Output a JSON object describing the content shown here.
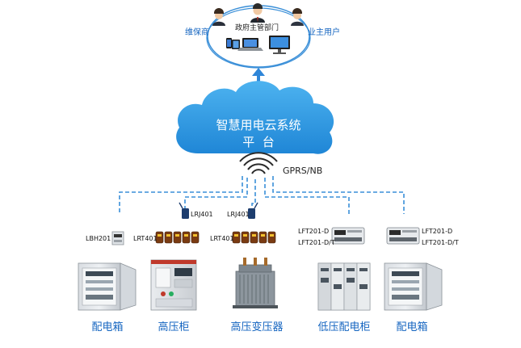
{
  "users": {
    "maintainer": "维保商",
    "government": "政府主管部门",
    "owner": "业主用户"
  },
  "platform": {
    "line1": "智慧用电云系统",
    "line2": "平  台"
  },
  "network": {
    "protocol": "GPRS/NB"
  },
  "devices": {
    "lbh201": "LBH201",
    "lrt401_left": "LRT401",
    "lrj401_left": "LRJ401",
    "lrj401_right": "LRJ401",
    "lrt401_right": "LRT401",
    "lft201_d_1": "LFT201-D",
    "lft201_dt_1": "LFT201-D/T",
    "lft201_d_2": "LFT201-D",
    "lft201_dt_2": "LFT201-D/T"
  },
  "equipment": [
    "配电箱",
    "高压柜",
    "高压变压器",
    "低压配电柜",
    "配电箱"
  ],
  "colors": {
    "cloud": "#2d9be3",
    "connector": "#3a8fd8",
    "label_blue": "#1565c0"
  }
}
